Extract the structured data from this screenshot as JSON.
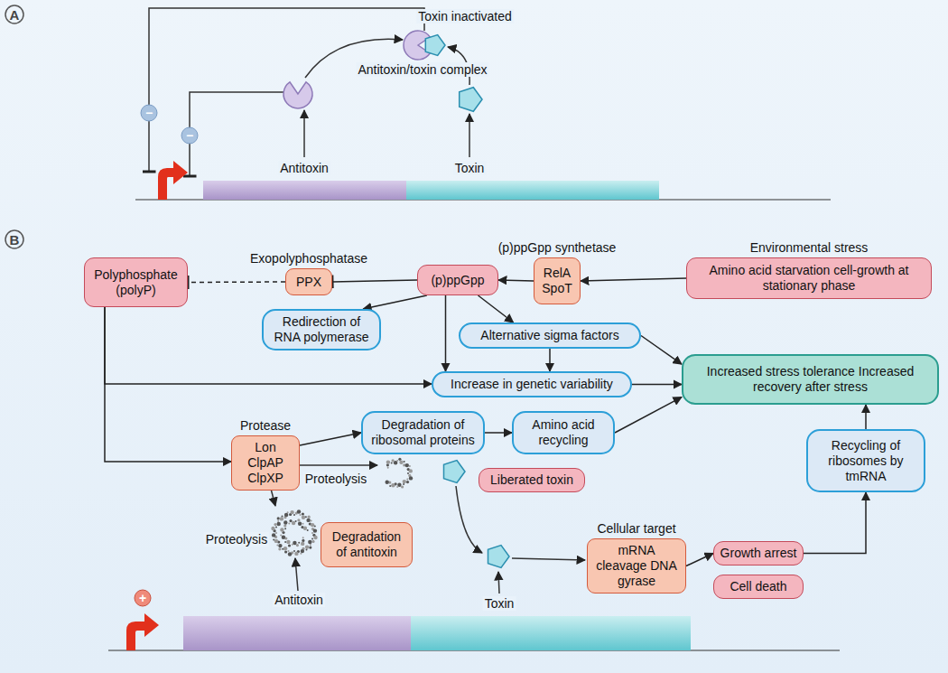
{
  "diagram": {
    "nodes": [
      {
        "text": [
          "Polyphosphate (polyP)"
        ]
      },
      {
        "text": [
          "Exopolyphosphatase",
          "PPX"
        ]
      },
      {
        "text": [
          "(p)ppGpp"
        ]
      },
      {
        "text": [
          "(p)ppGpp synthetase",
          "RelA SpoT"
        ]
      },
      {
        "text": [
          "Environmental stress",
          "Amino acid starvation cell-growth at stationary phase"
        ]
      },
      {
        "text": [
          "Redirection of RNA polymerase"
        ]
      },
      {
        "text": [
          "Alternative sigma factors"
        ]
      },
      {
        "text": [
          "Increase in genetic variability"
        ]
      },
      {
        "text": [
          "Increased stress tolerance Increased recovery after stress"
        ]
      },
      {
        "text": [
          "Protease",
          "Lon ClpAP ClpXP"
        ]
      },
      {
        "text": [
          "Degradation of ribosomal proteins"
        ]
      },
      {
        "text": [
          "Amino acid recycling"
        ]
      },
      {
        "text": [
          "Recycling of ribosomes by tmRNA"
        ]
      },
      {
        "text": [
          "Liberated toxin"
        ]
      },
      {
        "text": [
          "Degradation of antitoxin"
        ]
      },
      {
        "text": [
          "Cellular target",
          "mRNA cleavage DNA gyrase"
        ]
      },
      {
        "text": [
          "Growth arrest"
        ]
      },
      {
        "text": [
          "Cell death"
        ]
      }
    ],
    "edges": [
      {
        "from": 1,
        "to": 0,
        "arrow": "to"
      },
      {
        "from": 2,
        "to": 1,
        "arrow": "to"
      },
      {
        "from": 3,
        "to": 2,
        "arrow": "to"
      },
      {
        "from": 4,
        "to": 3,
        "arrow": "to"
      },
      {
        "from": 2,
        "to": 5,
        "arrow": "to"
      },
      {
        "from": 2,
        "to": 6,
        "arrow": "to"
      },
      {
        "from": 2,
        "to": 7,
        "arrow": "to"
      },
      {
        "from": 6,
        "to": 7,
        "arrow": "to"
      },
      {
        "from": 6,
        "to": 8,
        "arrow": "to"
      },
      {
        "from": 7,
        "to": 8,
        "arrow": "to"
      },
      {
        "from": 0,
        "to": 7,
        "arrow": "to"
      },
      {
        "from": 0,
        "to": 9,
        "arrow": "to"
      },
      {
        "from": 9,
        "to": 10,
        "arrow": "to"
      },
      {
        "from": 10,
        "to": 11,
        "arrow": "to"
      },
      {
        "from": 11,
        "to": 8,
        "arrow": "to"
      },
      {
        "from": 15,
        "to": 16,
        "arrow": "to"
      },
      {
        "from": 16,
        "to": 12,
        "arrow": "to"
      },
      {
        "from": 12,
        "to": 8,
        "arrow": "to"
      }
    ],
    "labels": [
      "A",
      "−",
      "−",
      "Toxin inactivated",
      "Antitoxin/toxin complex",
      "Antitoxin",
      "Toxin",
      "B",
      "Proteolysis",
      "Proteolysis",
      "Antitoxin",
      "Toxin",
      "+"
    ]
  }
}
